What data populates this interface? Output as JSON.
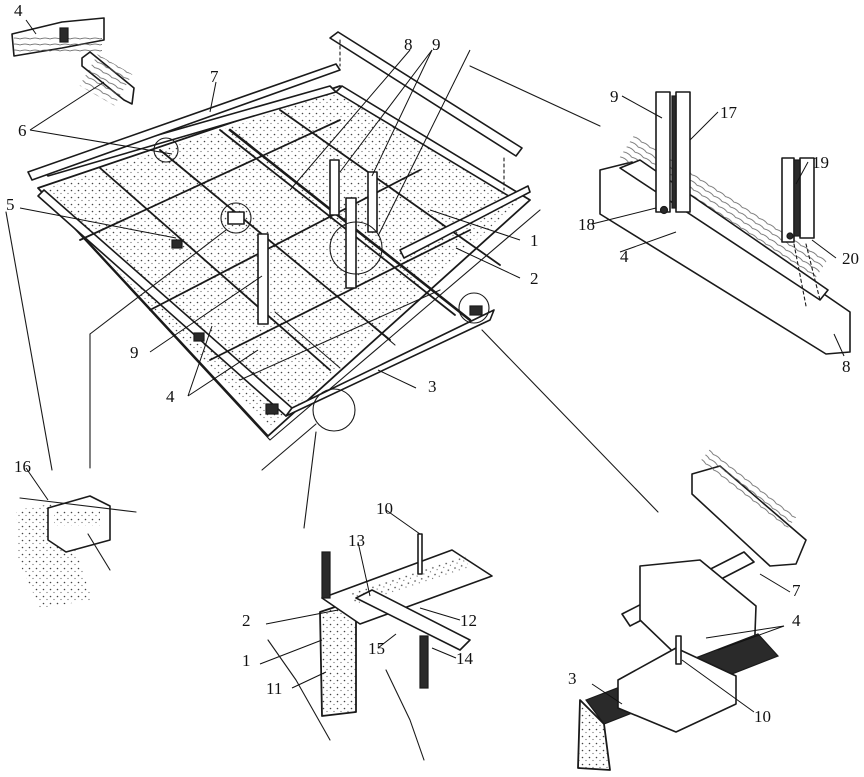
{
  "diagram": {
    "labels": {
      "l1_main": "1",
      "l2_main": "2",
      "l3_main": "3",
      "l4_topleft": "4",
      "l4_mainleft": "4",
      "l4_right": "4",
      "l4_bottomright": "4",
      "l5": "5",
      "l6": "6",
      "l7_main": "7",
      "l7_bottomright": "7",
      "l8_main": "8",
      "l8_right": "8",
      "l9_main": "9",
      "l9_left": "9",
      "l9_right": "9",
      "l16": "16",
      "l10_bottom": "10",
      "l13": "13",
      "l2_bottom": "2",
      "l12": "12",
      "l1_bottom": "1",
      "l15": "15",
      "l14": "14",
      "l11": "11",
      "l17": "17",
      "l19": "19",
      "l18": "18",
      "l20": "20",
      "l3_bottomright": "3",
      "l10_bottomright": "10"
    }
  }
}
